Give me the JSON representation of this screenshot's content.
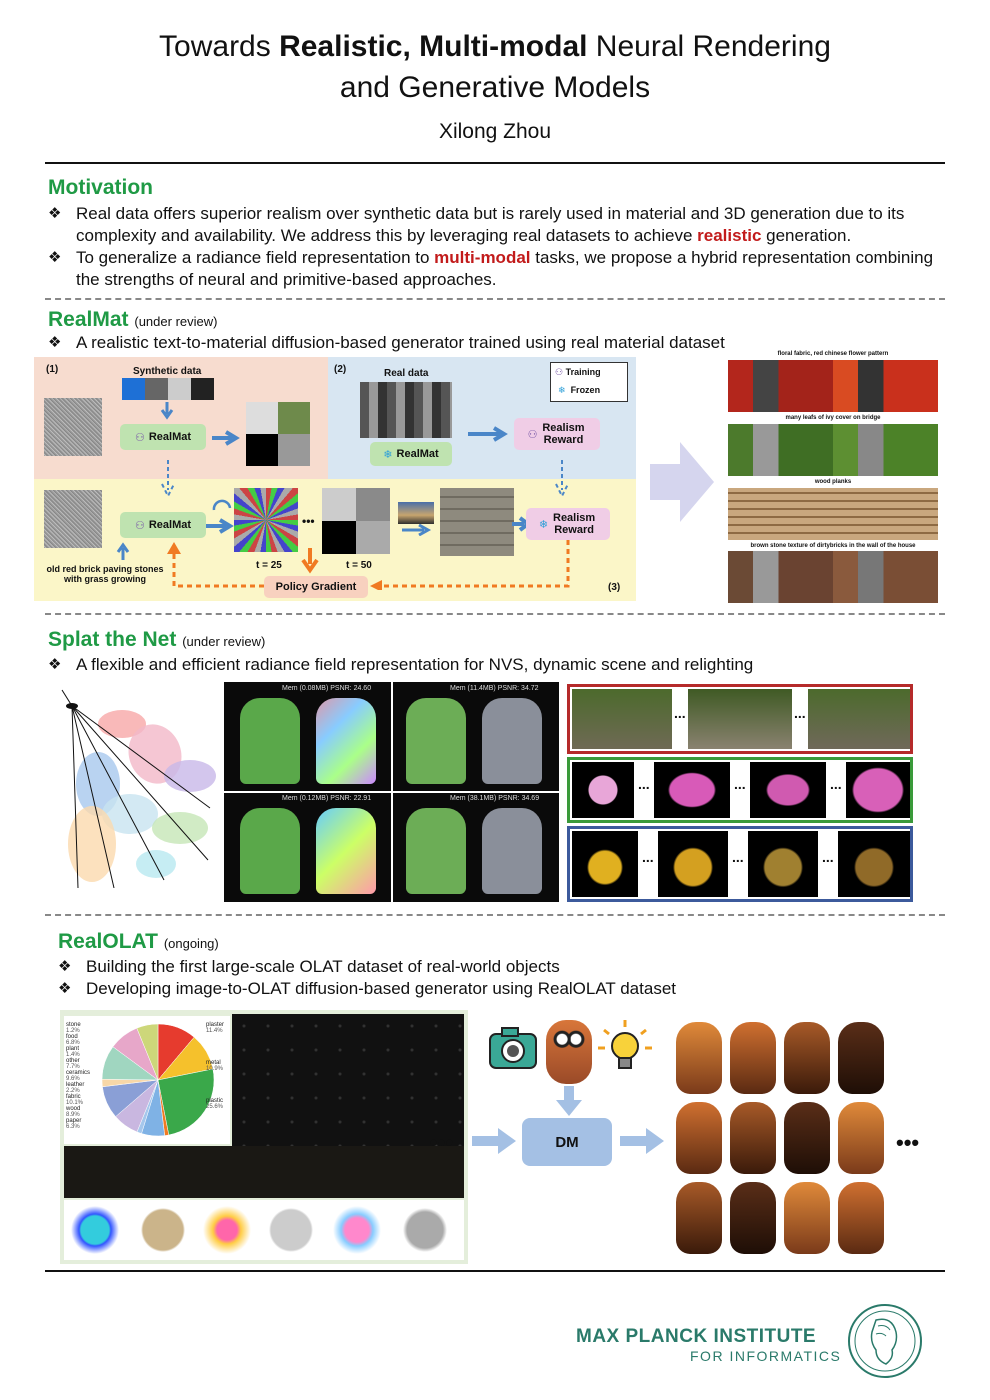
{
  "header": {
    "title_pre": "Towards ",
    "title_bold1": "Realistic, Multi-modal",
    "title_mid": " Neural Rendering",
    "title_line2": "and Generative Models",
    "author": "Xilong Zhou"
  },
  "motivation": {
    "heading": "Motivation",
    "b1_a": "Real data offers superior realism over synthetic data but is rarely used in material and 3D generation due to its complexity and availability. We address this by leveraging real datasets to achieve ",
    "b1_red": "realistic",
    "b1_b": " generation.",
    "b2_a": "To generalize a radiance field representation to ",
    "b2_red": "multi-modal",
    "b2_b": " tasks, we propose a hybrid representation combining the strengths of neural and primitive-based approaches.",
    "bullet_glyph": "❖"
  },
  "realmat": {
    "heading": "RealMat",
    "status": "(under review)",
    "bullet": "A realistic text-to-material diffusion-based generator trained using real material dataset",
    "diagram": {
      "step1": "(1)",
      "step2": "(2)",
      "step3": "(3)",
      "synthetic_data": "Synthetic data",
      "real_data": "Real data",
      "realmat_label": "RealMat",
      "realism_reward": "Realism Reward",
      "training": "Training",
      "frozen": "Frozen",
      "prompt": "old red brick paving stones with grass growing",
      "t25": "t = 25",
      "t50": "t = 50",
      "ellipsis": "•••",
      "policy_gradient": "Policy Gradient"
    },
    "samples": [
      "floral fabric, red chinese flower pattern",
      "many leafs of ivy cover on bridge",
      "wood planks",
      "brown stone texture of dirtybricks in  the wall of the house"
    ]
  },
  "splat": {
    "heading": "Splat the Net",
    "status": "(under review)",
    "bullet": "A flexible and efficient radiance field representation for NVS, dynamic scene and relighting",
    "captions": [
      "Mem (0.08MB) PSNR: 24.60",
      "Mem (11.4MB) PSNR: 34.72",
      "Mem (0.12MB) PSNR: 22.91",
      "Mem (38.1MB) PSNR: 34.69"
    ],
    "dots": "..."
  },
  "realolat": {
    "heading": "RealOLAT",
    "status": "(ongoing)",
    "bullet1": "Building the first large-scale OLAT dataset of real-world objects",
    "bullet2": "Developing image-to-OLAT diffusion-based generator using RealOLAT dataset",
    "pie_left_labels": [
      [
        "stone",
        "1.2%"
      ],
      [
        "food",
        "6.8%"
      ],
      [
        "plant",
        "1.4%"
      ],
      [
        "other",
        "7.7%"
      ],
      [
        "ceramics",
        "9.6%"
      ],
      [
        "leather",
        "2.2%"
      ],
      [
        "fabric",
        "10.1%"
      ],
      [
        "wood",
        "8.9%"
      ],
      [
        "paper",
        "6.3%"
      ]
    ],
    "pie_right_labels": [
      [
        "plaster",
        "11.4%"
      ],
      [
        "metal",
        "10.9%"
      ],
      [
        "plastic",
        "25.6%"
      ]
    ],
    "dm_label": "DM",
    "ellipsis": "•••",
    "pie_colors": [
      "#e63b2e",
      "#f5c12c",
      "#3aa84a",
      "#f07a22",
      "#7fb2e5",
      "#a5c7ec",
      "#c9b7e0",
      "#8a9fd6",
      "#f7d7a8",
      "#a0d6c0",
      "#e7a7c9",
      "#cdd77a"
    ]
  },
  "footer": {
    "institute": "MAX PLANCK INSTITUTE",
    "sub": "FOR INFORMATICS"
  }
}
